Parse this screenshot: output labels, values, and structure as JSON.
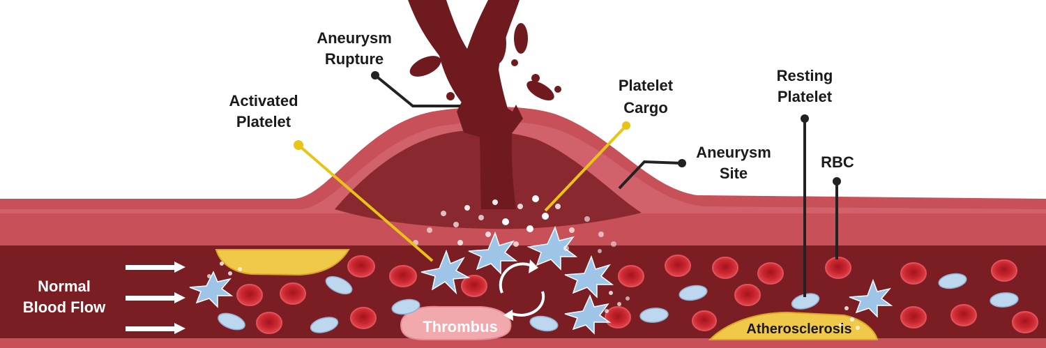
{
  "labels": {
    "aneurysm_rupture": [
      "Aneurysm",
      "Rupture"
    ],
    "activated_platelet": [
      "Activated",
      "Platelet"
    ],
    "platelet_cargo": [
      "Platelet",
      "Cargo"
    ],
    "aneurysm_site": [
      "Aneurysm",
      "Site"
    ],
    "resting_platelet": [
      "Resting",
      "Platelet"
    ],
    "rbc": "RBC",
    "normal_blood_flow": [
      "Normal",
      "Blood Flow"
    ],
    "thrombus": "Thrombus",
    "atherosclerosis": "Atherosclerosis"
  },
  "colors": {
    "vessel_wall": "#c85058",
    "vessel_wall_light": "#d9707a",
    "lumen": "#7a1e24",
    "blood_splash": "#6e1a1f",
    "rbc": "#d6333d",
    "platelet_resting": "#bcd7ee",
    "platelet_activated": "#9ec4e8",
    "plaque": "#f0c84a",
    "thrombus": "#f2a9ad",
    "leader_yellow": "#e8c417",
    "leader_black": "#222222"
  }
}
